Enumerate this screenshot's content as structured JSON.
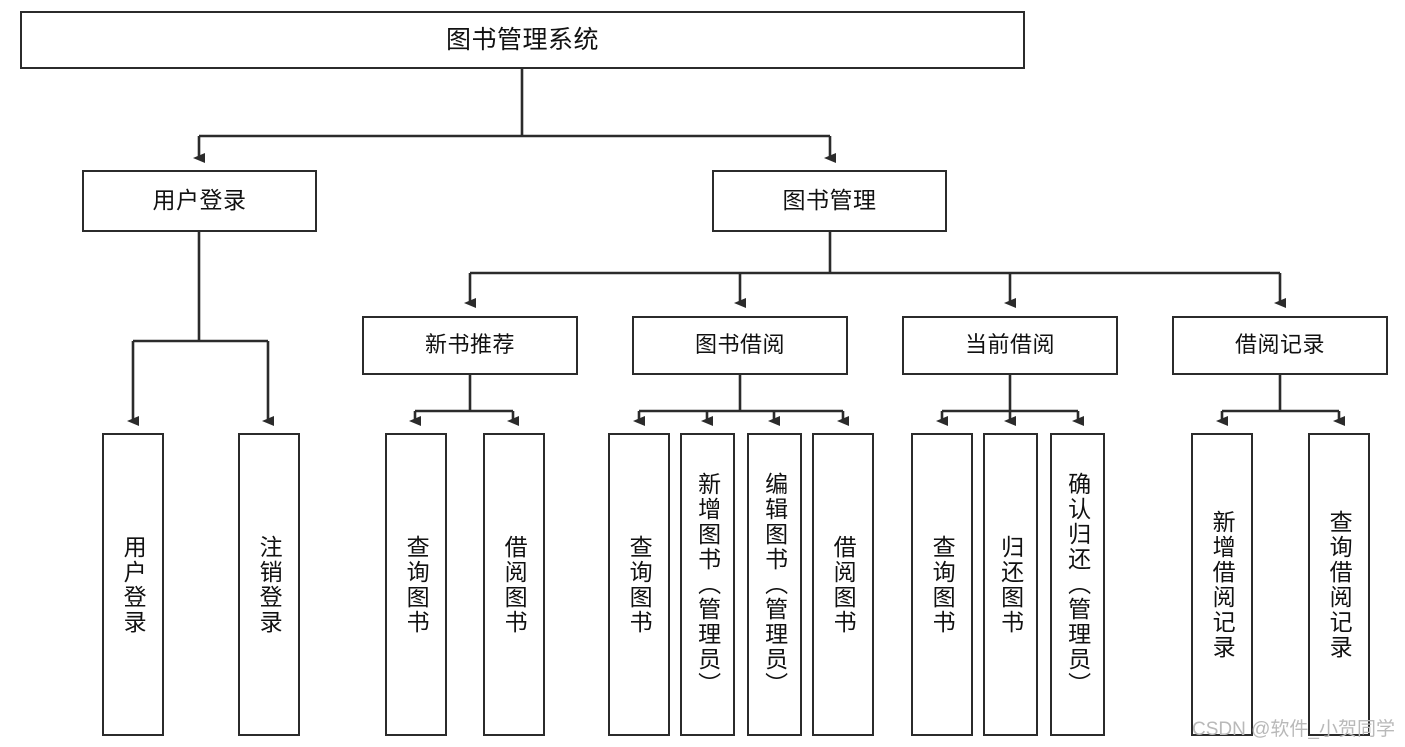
{
  "diagram": {
    "title": "图书管理系统",
    "type": "hierarchy-tree",
    "watermark": "CSDN @软件_小贺同学",
    "colors": {
      "box_border": "#2b2b2b",
      "box_fill": "#ffffff",
      "connector": "#2b2b2b",
      "watermark": "#b9b9b9",
      "background": "#ffffff"
    },
    "nodes": {
      "root": {
        "label": "图书管理系统"
      },
      "level2": [
        {
          "id": "user-login",
          "label": "用户登录"
        },
        {
          "id": "book-manage",
          "label": "图书管理"
        }
      ],
      "level3": [
        {
          "id": "new-book-recommend",
          "label": "新书推荐"
        },
        {
          "id": "book-borrow",
          "label": "图书借阅"
        },
        {
          "id": "current-borrow",
          "label": "当前借阅"
        },
        {
          "id": "borrow-record",
          "label": "借阅记录"
        }
      ],
      "leaves": {
        "user-login": [
          {
            "id": "leaf-user-login",
            "label": "用户登录"
          },
          {
            "id": "leaf-logout-login",
            "label": "注销登录"
          }
        ],
        "new-book-recommend": [
          {
            "id": "leaf-query-book-1",
            "label": "查询图书"
          },
          {
            "id": "leaf-borrow-book-1",
            "label": "借阅图书"
          }
        ],
        "book-borrow": [
          {
            "id": "leaf-query-book-2",
            "label": "查询图书"
          },
          {
            "id": "leaf-add-book",
            "label": "新增图书（管理员）"
          },
          {
            "id": "leaf-edit-book",
            "label": "编辑图书（管理员）"
          },
          {
            "id": "leaf-borrow-book-2",
            "label": "借阅图书"
          }
        ],
        "current-borrow": [
          {
            "id": "leaf-query-book-3",
            "label": "查询图书"
          },
          {
            "id": "leaf-return-book",
            "label": "归还图书"
          },
          {
            "id": "leaf-confirm-return",
            "label": "确认归还（管理员）"
          }
        ],
        "borrow-record": [
          {
            "id": "leaf-add-record",
            "label": "新增借阅记录"
          },
          {
            "id": "leaf-query-record",
            "label": "查询借阅记录"
          }
        ]
      }
    }
  }
}
